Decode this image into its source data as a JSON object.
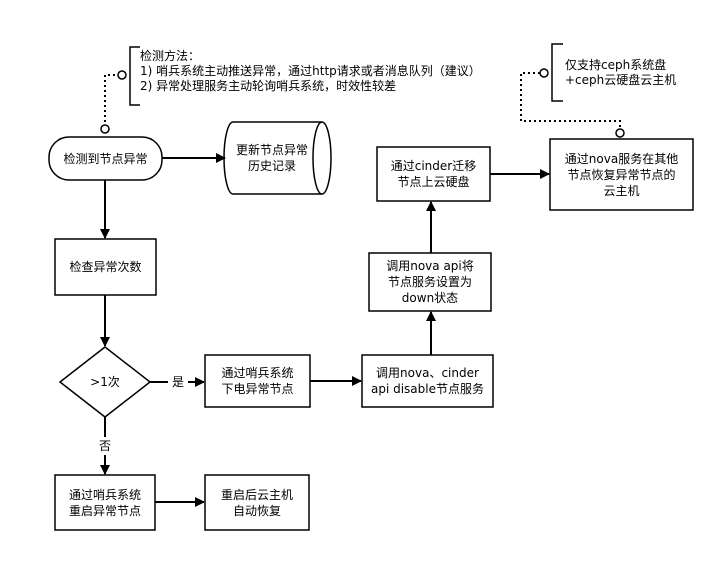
{
  "nodes": {
    "detect": "检测到节点异常",
    "history": "更新节点异常\n历史记录",
    "check_count": "检查异常次数",
    "decision": ">1次",
    "yes_label": "是",
    "no_label": "否",
    "power_off": "通过哨兵系统\n下电异常节点",
    "disable": "调用nova、cinder\napi disable节点服务",
    "set_down": "调用nova api将\n节点服务设置为\ndown状态",
    "migrate": "通过cinder迁移\n节点上云硬盘",
    "recover": "通过nova服务在其他\n节点恢复异常节点的\n云主机",
    "reboot": "通过哨兵系统\n重启异常节点",
    "auto_recover": "重启后云主机\n自动恢复"
  },
  "notes": {
    "detection_methods": {
      "title": "检测方法：",
      "lines": [
        "1) 哨兵系统主动推送异常，通过http请求或者消息队列（建议）",
        "2) 异常处理服务主动轮询哨兵系统，时效性较差"
      ]
    },
    "ceph_only": {
      "lines": [
        "仅支持ceph系统盘",
        "+ceph云硬盘云主机"
      ]
    }
  }
}
